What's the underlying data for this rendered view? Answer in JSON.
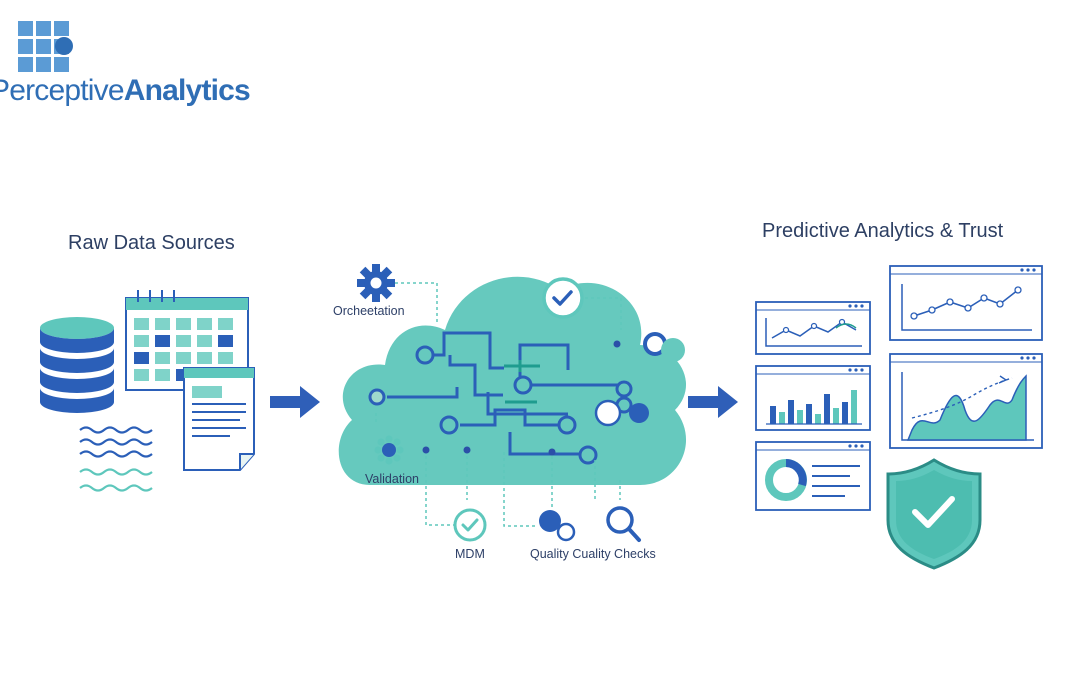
{
  "logo": {
    "text_light": "Perceptive",
    "text_bold": "Analytics"
  },
  "sections": {
    "left_title": "Raw Data Sources",
    "right_title": "Predictive Analytics & Trust"
  },
  "pipeline_labels": {
    "orchestration": "Orcheetation",
    "validation": "Validation",
    "mdm": "MDM",
    "quality_checks": "Quality Cuality Checks"
  },
  "icons": {
    "gear": "gear-icon",
    "check": "check-circle-icon",
    "search": "magnifier-icon",
    "database": "database-icon",
    "calendar": "calendar-icon",
    "document": "document-icon",
    "shield": "shield-check-icon"
  },
  "colors": {
    "primary_blue": "#2f6eb5",
    "dark_blue": "#2b4fa8",
    "teal": "#5ec7bc",
    "teal_light": "#7fd3c9",
    "text_dark": "#2d3f63"
  }
}
